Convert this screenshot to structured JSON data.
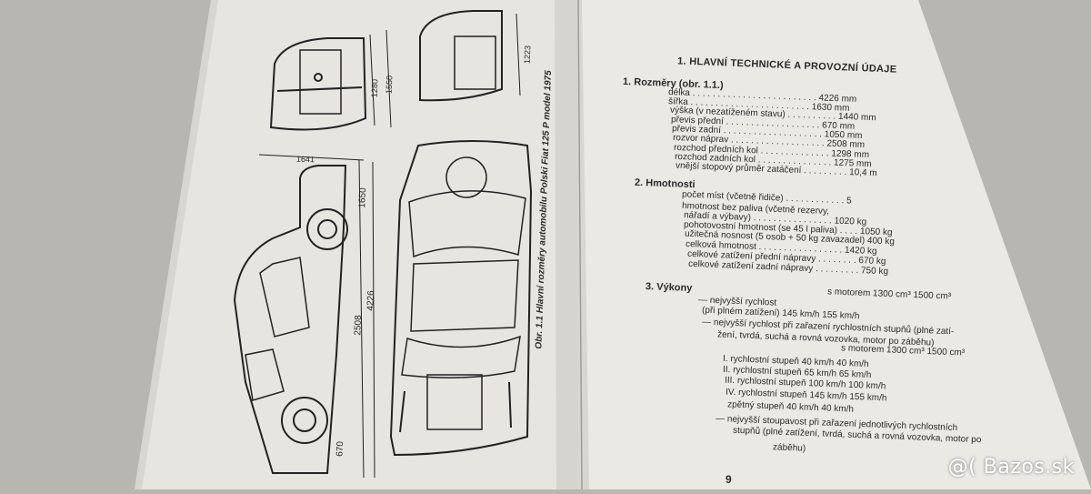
{
  "book": {
    "left_page": {
      "caption": "Obr. 1.1 Hlavní rozměry automobilu Polski Fiat 125 P model 1975",
      "dimensions": [
        "1280",
        "1550",
        "1223",
        "1641",
        "1650",
        "2508",
        "4226",
        "670"
      ]
    },
    "right_page": {
      "heading": "1. HLAVNÍ TECHNICKÉ A PROVOZNÍ ÚDAJE",
      "sections": [
        {
          "title": "1. Rozměry (obr. 1.1.)",
          "rows": [
            "délka . . . . . . . . . . . . . . . . . . . . . . . . . 4226 mm",
            "šířka . . . . . . . . . . . . . . . . . . . . . . . . 1630 mm",
            "výška (v nezatíženém stavu) . . . . . . . . . . 1440 mm",
            "převis přední . . . . . . . . . . . . . . . . . . . 670 mm",
            "převis zadní . . . . . . . . . . . . . . . . . . . . 1050 mm",
            "rozvor náprav . . . . . . . . . . . . . . . . . . . 2508 mm",
            "rozchod předních kol . . . . . . . . . . . . . . 1298 mm",
            "rozchod zadních kol . . . . . . . . . . . . . . . 1275 mm",
            "vnější stopový průměr zatáčení . . . . . . . . . 10,4 m"
          ]
        },
        {
          "title": "2. Hmotnosti",
          "rows": [
            "počet míst (včetně řidiče) . . . . . . . . . . . . 5",
            "hmotnost bez paliva (včetně rezervy,",
            "nářadí a výbavy) . . . . . . . . . . . . . . . . 1020 kg",
            "pohotovostní hmotnost (se 45 l paliva) . . . . 1050 kg",
            "užitečná nosnost (5 osob + 50 kg zavazadel) 400 kg",
            "celková hmotnost . . . . . . . . . . . . . . . . . 1420 kg",
            "celkové zatížení přední nápravy . . . . . . . . 670 kg",
            "celkové zatížení zadní nápravy . . . . . . . . . 750 kg"
          ]
        },
        {
          "title": "3. Výkony",
          "engine_header": "s motorem 1300 cm³    1500 cm³",
          "rows": [
            "— nejvyšší rychlost",
            "(při plném zatížení)        145 km/h    155 km/h",
            "— nejvyšší rychlost při zařazení rychlostních stupňů (plné zatí-",
            "žení, tvrdá, suchá a rovná vozovka, motor po záběhu)",
            "s motorem 1300 cm³   1500 cm³",
            "I. rychlostní stupeň         40 km/h     40 km/h",
            "II. rychlostní stupeň        65 km/h     65 km/h",
            "III. rychlostní stupeň      100 km/h    100 km/h",
            "IV. rychlostní stupeň       145 km/h    155 km/h",
            "zpětný stupeň                40 km/h     40 km/h",
            "— nejvyšší stoupavost při zařazení jednotlivých rychlostních",
            "stupňů (plné zatížení, tvrdá, suchá a rovná vozovka, motor po",
            "záběhu)"
          ]
        }
      ],
      "page_number": "9"
    }
  },
  "watermark": "@( Bazos.sk"
}
